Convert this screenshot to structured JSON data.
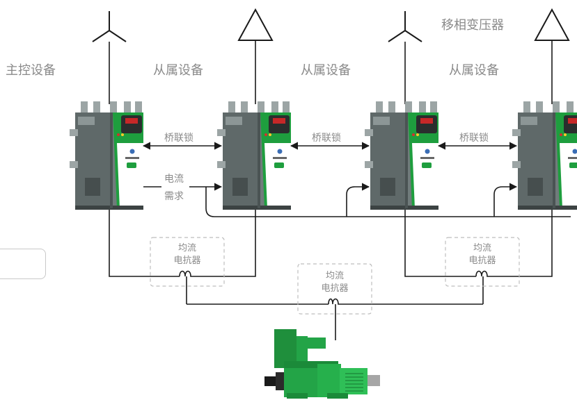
{
  "labels": {
    "master": "主控设备",
    "slave1": "从属设备",
    "slave2": "从属设备",
    "slave3": "从属设备",
    "transformer": "移相变压器",
    "interlock1": "桥联锁",
    "interlock2": "桥联锁",
    "interlock3": "桥联锁",
    "current_demand_line1": "电流",
    "current_demand_line2": "需求",
    "reactor_left_line1": "均流",
    "reactor_left_line2": "电抗器",
    "reactor_center_line1": "均流",
    "reactor_center_line2": "电抗器",
    "reactor_right_line1": "均流",
    "reactor_right_line2": "电抗器"
  },
  "colors": {
    "drive_body": "#6f7a7a",
    "drive_panel_green": "#1e9e3e",
    "motor_green": "#23a447",
    "text_gray": "#8a8a8a",
    "wire": "#1a1a1a",
    "dash_box": "#bdbdbd"
  },
  "icons": {
    "transformer_symbols": [
      "wye-symbol-icon",
      "delta-symbol-icon",
      "wye-symbol-icon",
      "delta-symbol-icon"
    ]
  }
}
